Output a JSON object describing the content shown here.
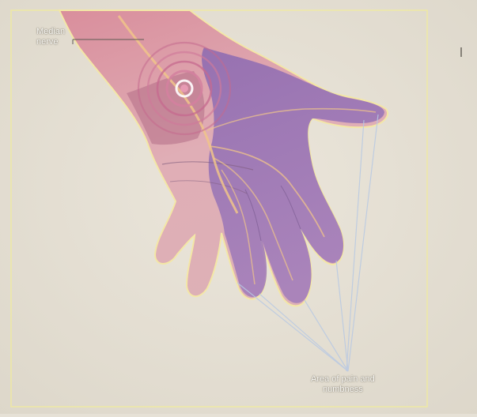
{
  "diagram": {
    "labels": {
      "median_nerve_line1": "Median",
      "median_nerve_line2": "nerve",
      "area_line1": "Area of pain and",
      "area_line2": "numbness"
    },
    "colors": {
      "background": "#e6e1d6",
      "frame": "#f1eb9c",
      "hand_skin": "#d9a4ae",
      "hand_affected": "#9a72b4",
      "wrist_band": "#b26e86",
      "nerve": "#f0c48a",
      "target_rings": "#c46a8e",
      "pointer_lines": "#b8c9e3"
    }
  }
}
